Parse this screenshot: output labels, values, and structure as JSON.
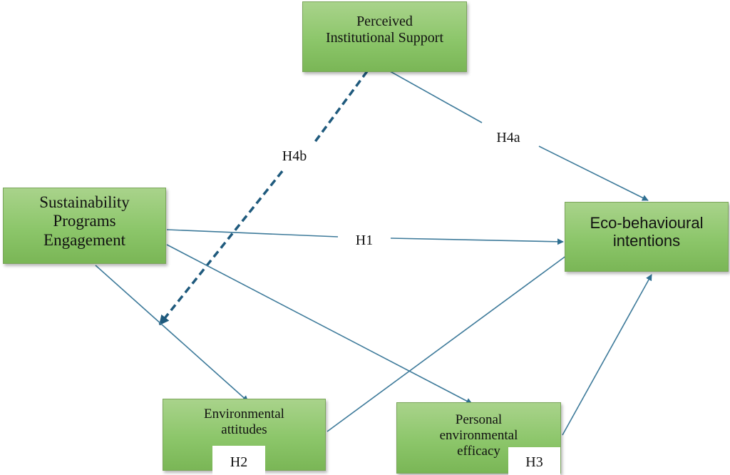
{
  "nodes": {
    "perceived_institutional_support": "Perceived\nInstitutional Support",
    "sustainability_programs_engagement": "Sustainability\nPrograms\nEngagement",
    "eco_behavioural_intentions": "Eco-behavioural\nintentions",
    "environmental_attitudes": "Environmental\nattitudes",
    "personal_environmental_efficacy": "Personal\nenvironmental\nefficacy"
  },
  "hypotheses": {
    "h1": "H1",
    "h2": "H2",
    "h3": "H3",
    "h4a": "H4a",
    "h4b": "H4b"
  },
  "colors": {
    "node_fill": "#8cc66a",
    "node_border": "#7aa55a",
    "arrow": "#3d7a9a",
    "dashed_arrow": "#1f5a7d"
  }
}
